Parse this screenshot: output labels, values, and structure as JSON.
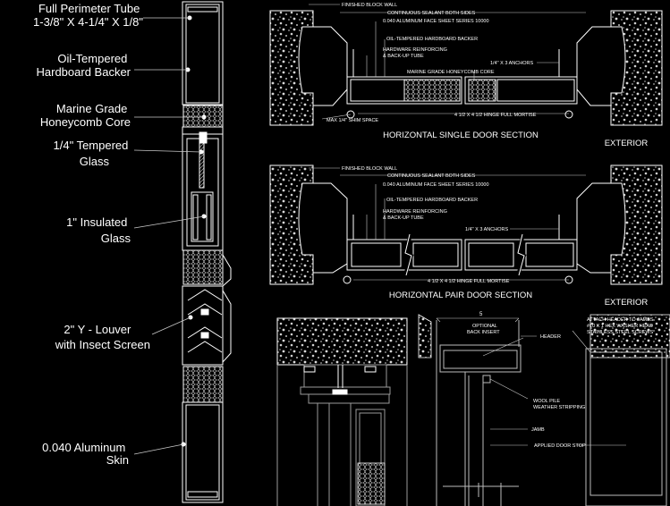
{
  "left_callouts": [
    {
      "lines": [
        "Full Perimeter Tube",
        "1-3/8\" X 4-1/4\" X 1/8\""
      ]
    },
    {
      "lines": [
        "Oil-Tempered",
        "Hardboard Backer"
      ]
    },
    {
      "lines": [
        "Marine Grade",
        "Honeycomb Core"
      ]
    },
    {
      "lines": [
        "1/4\"  Tempered",
        "Glass"
      ]
    },
    {
      "lines": [
        "1\"  Insulated",
        "Glass"
      ]
    },
    {
      "lines": [
        "2\"  Y - Louver",
        "with Insect Screen"
      ]
    },
    {
      "lines": [
        "0.040 Aluminum",
        "Skin"
      ]
    }
  ],
  "single_section": {
    "title": "HORIZONTAL SINGLE DOOR SECTION",
    "exterior": "EXTERIOR",
    "notes": [
      "FINISHED BLOCK WALL",
      "CONTINUOUS SEALANT BOTH SIDES",
      "0.040 ALUMINUM FACE SHEET SERIES 10000",
      "OIL-TEMPERED HARDBOARD BACKER",
      "HARDWARE REINFORCING",
      "& BACK-UP TUBE",
      "1/4\" X 3 ANCHORS",
      "MARINE GRADE HONEYCOMB CORE",
      "MAX 1/4\" SHIM SPACE",
      "4 1/2 X 4 1/2 HINGE FULL MORTISE"
    ]
  },
  "pair_section": {
    "title": "HORIZONTAL PAIR DOOR SECTION",
    "exterior": "EXTERIOR",
    "notes": [
      "FINISHED BLOCK WALL",
      "CONTINUOUS SEALANT BOTH SIDES",
      "0.040 ALUMINUM FACE SHEET SERIES 10000",
      "OIL-TEMPERED HARDBOARD BACKER",
      "HARDWARE REINFORCING",
      "& BACK-UP TUBE",
      "1/4\" X 3 ANCHORS",
      "4 1/2 X 4 1/2 HINGE FULL MORTISE"
    ]
  },
  "head_detail": {
    "dimension": "5",
    "notes": [
      "OPTIONAL",
      "BACK INSERT",
      "HEADER",
      "ATTACH HEADER TO JAMBS",
      "#10 X 1 HEX WASHER HEAD",
      "STAINLESS STEEL SCREWS",
      "WOOL PILE",
      "WEATHER STRIPPING",
      "JAMB",
      "APPLIED DOOR STOP"
    ]
  },
  "colors": {
    "background": "#000000",
    "lines": "#ffffff",
    "leader": "#c8c8c8",
    "detail_line": "#9a9a9a"
  }
}
